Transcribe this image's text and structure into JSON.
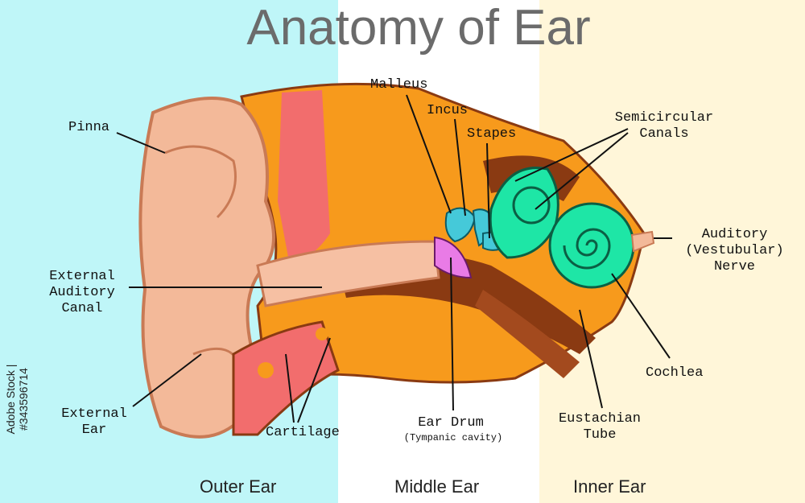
{
  "title": "Anatomy of Ear",
  "colors": {
    "outer_bg": "#bff6f8",
    "middle_bg": "#ffffff",
    "inner_bg": "#fff6d9",
    "skin": "#f3b999",
    "skin_dark": "#c97a55",
    "bone": "#f79a1c",
    "bone_dark": "#8a3a12",
    "cartilage": "#f26d6d",
    "ossicles": "#45c9d9",
    "ear_drum": "#e97be6",
    "inner_ear": "#1ee6a6"
  },
  "labels": {
    "pinna": "Pinna",
    "external_auditory_canal": "External\nAuditory\nCanal",
    "external_ear": "External\nEar",
    "cartilage": "Cartilage",
    "malleus": "Malleus",
    "incus": "Incus",
    "stapes": "Stapes",
    "semicircular_canals": "Semicircular\nCanals",
    "auditory_nerve": "Auditory\n(Vestubular)\nNerve",
    "cochlea": "Cochlea",
    "eustachian_tube": "Eustachian\nTube",
    "ear_drum": "Ear Drum",
    "ear_drum_sub": "(Tympanic cavity)"
  },
  "regions": {
    "outer": "Outer Ear",
    "middle": "Middle Ear",
    "inner": "Inner Ear"
  },
  "stock_id": "Adobe Stock | #343596714"
}
